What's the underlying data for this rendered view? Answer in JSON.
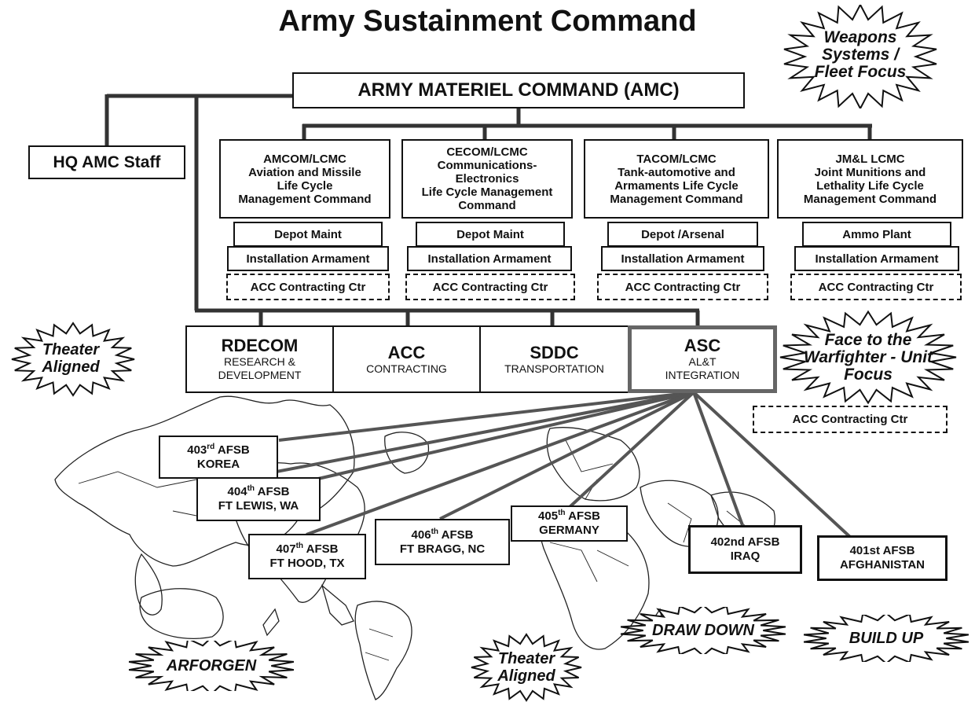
{
  "title": "Army Sustainment Command",
  "amc": "ARMY MATERIEL COMMAND (AMC)",
  "hq_staff": "HQ AMC Staff",
  "lcmcs": [
    {
      "lines": [
        "AMCOM/LCMC",
        "Aviation and Missile",
        "Life Cycle",
        "Management Command"
      ],
      "top_box": "Depot Maint",
      "installation": "Installation Armament",
      "contracting": "ACC Contracting Ctr"
    },
    {
      "lines": [
        "CECOM/LCMC",
        "Communications-",
        "Electronics",
        "Life Cycle Management",
        "Command"
      ],
      "top_box": "Depot Maint",
      "installation": "Installation Armament",
      "contracting": "ACC Contracting Ctr"
    },
    {
      "lines": [
        "TACOM/LCMC",
        "Tank-automotive and",
        "Armaments Life Cycle",
        "Management Command"
      ],
      "top_box": "Depot /Arsenal",
      "installation": "Installation Armament",
      "contracting": "ACC Contracting Ctr"
    },
    {
      "lines": [
        "JM&L LCMC",
        "Joint Munitions and",
        "Lethality Life Cycle",
        "Management Command"
      ],
      "top_box": "Ammo Plant",
      "installation": "Installation Armament",
      "contracting": "ACC Contracting Ctr"
    }
  ],
  "band": [
    {
      "name": "RDECOM",
      "desc": [
        "RESEARCH &",
        "DEVELOPMENT"
      ]
    },
    {
      "name": "ACC",
      "desc": [
        "CONTRACTING"
      ]
    },
    {
      "name": "SDDC",
      "desc": [
        "TRANSPORTATION"
      ]
    },
    {
      "name": "ASC",
      "desc": [
        "AL&T",
        "INTEGRATION"
      ]
    }
  ],
  "asc_contracting": "ACC Contracting Ctr",
  "afsbs": [
    {
      "num": "403",
      "sup": "rd",
      "unit": " AFSB",
      "loc": "KOREA"
    },
    {
      "num": "404",
      "sup": "th",
      "unit": " AFSB",
      "loc": "FT LEWIS, WA"
    },
    {
      "num": "407",
      "sup": "th",
      "unit": " AFSB",
      "loc": "FT HOOD, TX"
    },
    {
      "num": "406",
      "sup": "th",
      "unit": " AFSB",
      "loc": "FT BRAGG, NC"
    },
    {
      "num": "405",
      "sup": "th",
      "unit": " AFSB",
      "loc": "GERMANY"
    },
    {
      "num": "402nd",
      "sup": "",
      "unit": " AFSB",
      "loc": "IRAQ"
    },
    {
      "num": "401st",
      "sup": "",
      "unit": " AFSB",
      "loc": "AFGHANISTAN"
    }
  ],
  "bursts": {
    "weapons": [
      "Weapons",
      "Systems /",
      "Fleet Focus"
    ],
    "theater_left": [
      "Theater",
      "Aligned"
    ],
    "face": [
      "Face to the",
      "Warfighter - Unit",
      "Focus"
    ],
    "arforgen": [
      "ARFORGEN"
    ],
    "theater_bottom": [
      "Theater",
      "Aligned"
    ],
    "draw_down": [
      "DRAW DOWN"
    ],
    "build_up": [
      "BUILD UP"
    ]
  },
  "colors": {
    "asc_border": "#666666",
    "lines": "#3a3a3a",
    "map": "#222222"
  }
}
